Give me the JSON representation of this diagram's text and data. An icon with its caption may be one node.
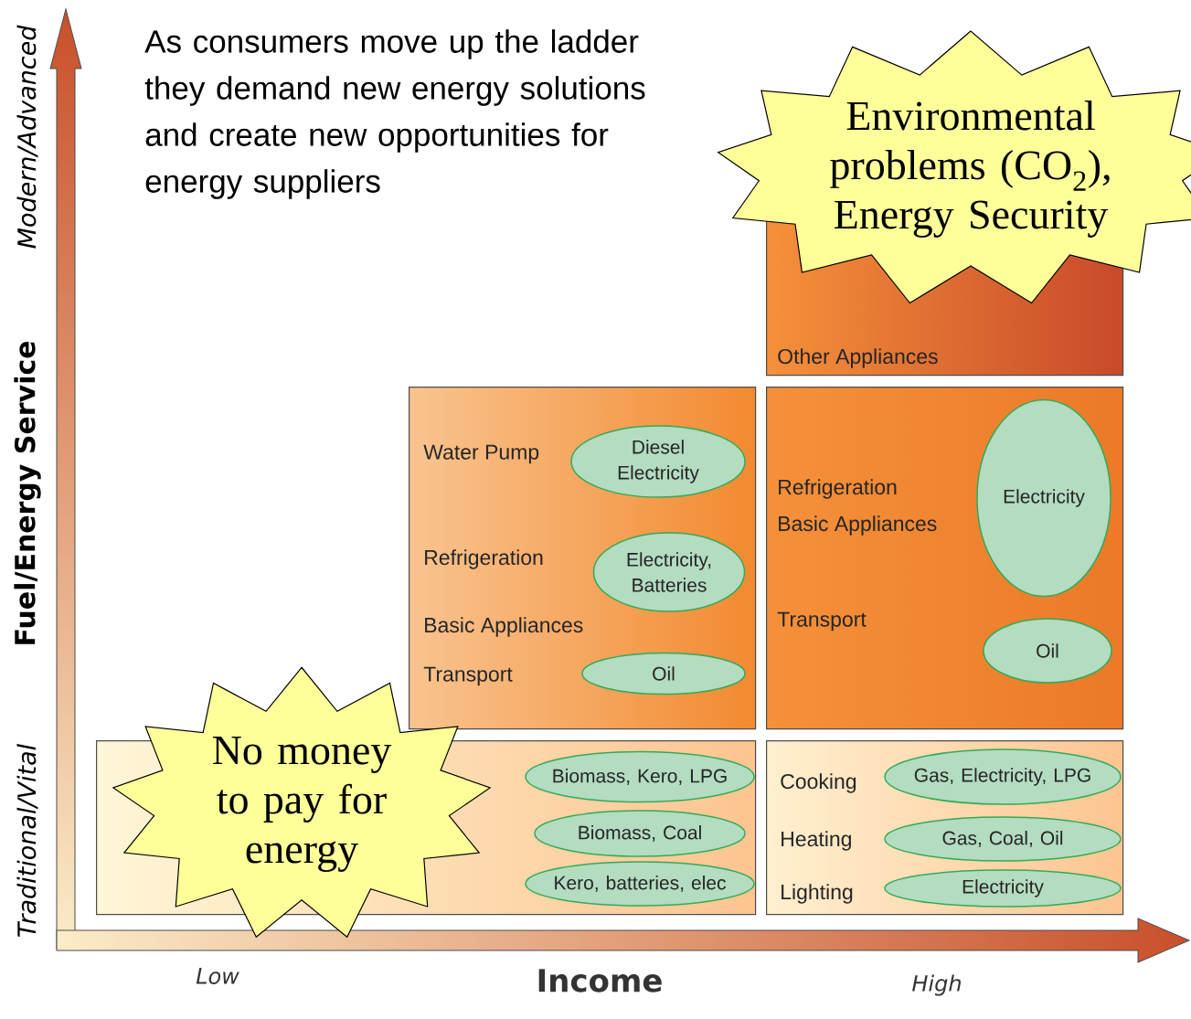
{
  "diagram": {
    "nodes": [
      {
        "text": [
          "Environmental problems (CO$_{2}$), Energy Security"
        ]
      },
      {
        "text": [
          "Other Appliances"
        ]
      },
      {
        "text": [
          "Water Pump",
          "Refrigeration",
          "Basic Appliances",
          "Transport"
        ]
      },
      {
        "text": [
          "Diesel Electricity"
        ],
        "in": 2
      },
      {
        "text": [
          "Electricity, Batteries"
        ],
        "in": 2
      },
      {
        "text": [
          "Oil"
        ],
        "in": 2
      },
      {
        "text": [
          "Refrigeration",
          "Basic Appliances",
          "Transport"
        ]
      },
      {
        "text": [
          "Electricity"
        ],
        "in": 6
      },
      {
        "text": [
          "Oil"
        ],
        "in": 6
      },
      {
        "text": [],
        "shape": "box"
      },
      {
        "text": [
          "Biomass, Kero, LPG"
        ],
        "in": 9
      },
      {
        "text": [
          "Biomass, Coal"
        ],
        "in": 9
      },
      {
        "text": [
          "Kero, batteries, elec"
        ],
        "in": 9
      },
      {
        "text": [
          "Cooking",
          "Heating",
          "Lighting"
        ]
      },
      {
        "text": [
          "Gas, Electricity, LPG"
        ],
        "in": 13
      },
      {
        "text": [
          "Gas, Coal, Oil"
        ],
        "in": 13
      },
      {
        "text": [
          "Electricity"
        ],
        "in": 13
      },
      {
        "text": [
          "No money to pay for energy"
        ]
      }
    ],
    "labels": [
      "As consumers move up the ladder they demand new energy solutions and create new opportunities for energy suppliers",
      "Traditional/Vital",
      "Fuel/Energy Service",
      "Modern/Advanced",
      "Low",
      "Income",
      "High"
    ]
  }
}
